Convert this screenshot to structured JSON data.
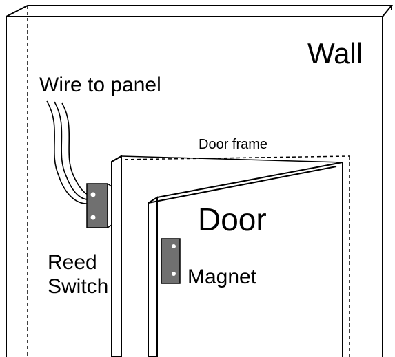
{
  "labels": {
    "wall": "Wall",
    "wire": "Wire to panel",
    "door_frame": "Door frame",
    "door": "Door",
    "reed_line1": "Reed",
    "reed_line2": "Switch",
    "magnet": "Magnet"
  },
  "colors": {
    "outline": "#000000",
    "background": "#ffffff",
    "component_fill": "#707070",
    "component_dot": "#ffffff"
  }
}
